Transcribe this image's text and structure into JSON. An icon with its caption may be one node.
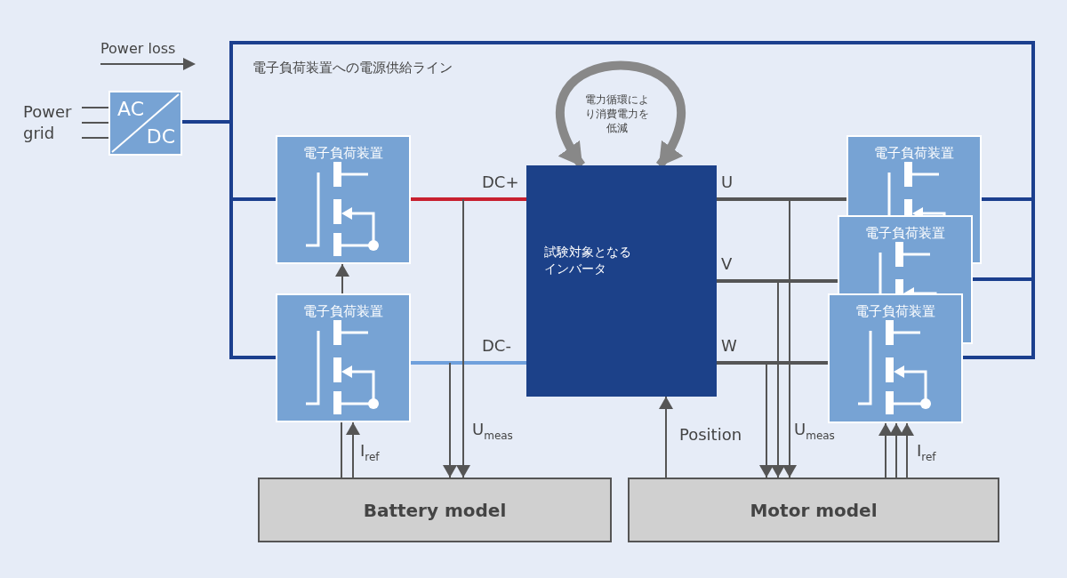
{
  "diagram": {
    "nodes": [
      {
        "text": [
          "Power grid"
        ]
      },
      {
        "text": [
          "AC",
          "DC"
        ]
      },
      {
        "text": [
          "電子負荷装置"
        ]
      },
      {
        "text": [
          "電子負荷装置"
        ]
      },
      {
        "text": [
          "試験対象となるインバータ"
        ]
      },
      {
        "text": [
          "電子負荷装置"
        ]
      },
      {
        "text": [
          "電子負荷装置"
        ]
      },
      {
        "text": [
          "電子負荷装置"
        ]
      },
      {
        "text": [
          "Battery model"
        ]
      },
      {
        "text": [
          "Motor model"
        ]
      }
    ],
    "edges": [
      {
        "from": 0,
        "to": 1,
        "arrow": "none"
      },
      {
        "from": 0,
        "to": 1,
        "arrow": "none"
      },
      {
        "from": 0,
        "to": 1,
        "arrow": "none"
      },
      {
        "from": 1,
        "to": 2,
        "arrow": "none",
        "style": "thick",
        "color": "#1b3f8e"
      },
      {
        "from": 1,
        "to": 3,
        "arrow": "none",
        "style": "thick",
        "color": "#1b3f8e"
      },
      {
        "from": 1,
        "to": 5,
        "arrow": "none",
        "style": "thick",
        "color": "#1b3f8e"
      },
      {
        "from": 1,
        "to": 6,
        "arrow": "none",
        "style": "thick",
        "color": "#1b3f8e"
      },
      {
        "from": 1,
        "to": 7,
        "arrow": "none",
        "style": "thick",
        "color": "#1b3f8e"
      },
      {
        "from": 2,
        "to": 4,
        "arrow": "none",
        "label": "DC+",
        "style": "thick",
        "color": "#c8202f"
      },
      {
        "from": 3,
        "to": 4,
        "arrow": "none",
        "label": "DC-",
        "style": "thick",
        "color": "#6fa0dc"
      },
      {
        "from": 4,
        "to": 5,
        "arrow": "none",
        "label": "U",
        "style": "thick"
      },
      {
        "from": 4,
        "to": 6,
        "arrow": "none",
        "label": "V",
        "style": "thick"
      },
      {
        "from": 4,
        "to": 7,
        "arrow": "none",
        "label": "W",
        "style": "thick"
      },
      {
        "from": 3,
        "to": 2,
        "arrow": "to"
      },
      {
        "from": 8,
        "to": 3,
        "arrow": "none"
      },
      {
        "from": 8,
        "to": 3,
        "arrow": "to",
        "label": "I$_{ref}$"
      },
      {
        "from": null,
        "to": 8,
        "arrow": "to"
      },
      {
        "from": null,
        "to": 8,
        "arrow": "to",
        "label": "U$_{meas}$"
      },
      {
        "from": 9,
        "to": 4,
        "arrow": "to",
        "label": "Position"
      },
      {
        "from": null,
        "to": 9,
        "arrow": "to"
      },
      {
        "from": null,
        "to": 9,
        "arrow": "to"
      },
      {
        "from": null,
        "to": 9,
        "arrow": "to",
        "label": "U$_{meas}$"
      },
      {
        "from": 9,
        "to": 7,
        "arrow": "to"
      },
      {
        "from": 9,
        "to": 7,
        "arrow": "to"
      },
      {
        "from": 9,
        "to": 7,
        "arrow": "to",
        "label": "I$_{ref}$"
      },
      {
        "from": 4,
        "to": 4,
        "arrow": "both",
        "style": "thick",
        "color": "#888888"
      }
    ],
    "labels": [
      "Power loss",
      "電子負荷装置への電源供給ライン",
      "電力循環により消費電力を低減"
    ]
  }
}
